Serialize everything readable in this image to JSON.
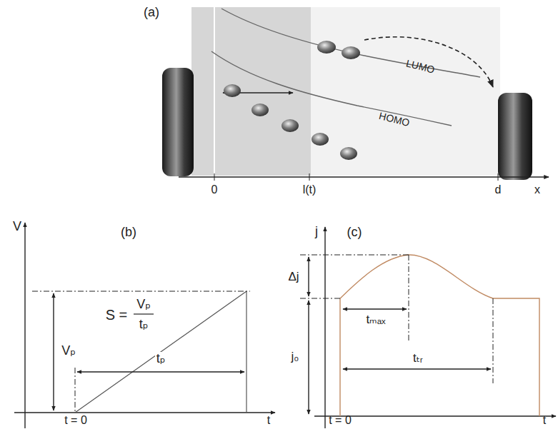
{
  "diagram": {
    "labels": [
      "(a)",
      "LUMO",
      "HOMO",
      "0",
      "l(t)",
      "d",
      "x",
      "V",
      "(b)",
      "S =",
      "Vₚ",
      "tₚ",
      "Vₚ",
      "tₚ",
      "t = 0",
      "t",
      "j",
      "(c)",
      "Δj",
      "tₘₐₓ",
      "j₀",
      "tₜᵣ",
      "t = 0",
      "t"
    ]
  }
}
